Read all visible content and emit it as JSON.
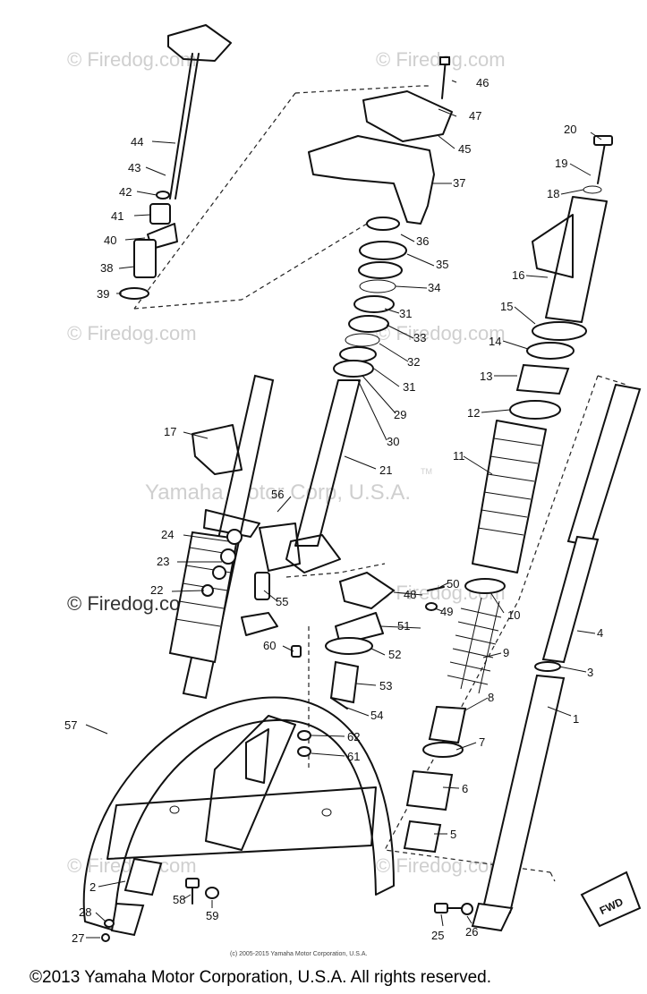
{
  "watermarks": {
    "firedog": "© Firedog.com",
    "yamaha": "Yamaha Motor Corp, U.S.A.",
    "tm": "TM"
  },
  "fine_print": "(c) 2005-2015 Yamaha Motor Corporation, U.S.A.",
  "copyright": "©2013 Yamaha Motor Corporation, U.S.A. All rights reserved.",
  "fwd": "FWD",
  "callouts": [
    "1",
    "2",
    "3",
    "4",
    "5",
    "6",
    "7",
    "8",
    "9",
    "10",
    "11",
    "12",
    "13",
    "14",
    "15",
    "16",
    "17",
    "18",
    "19",
    "20",
    "21",
    "22",
    "23",
    "24",
    "25",
    "26",
    "27",
    "28",
    "29",
    "30",
    "31",
    "31",
    "32",
    "33",
    "34",
    "35",
    "36",
    "37",
    "38",
    "39",
    "40",
    "41",
    "42",
    "43",
    "44",
    "45",
    "46",
    "47",
    "48",
    "49",
    "50",
    "51",
    "52",
    "53",
    "54",
    "55",
    "56",
    "57",
    "58",
    "59",
    "60",
    "61",
    "62"
  ]
}
